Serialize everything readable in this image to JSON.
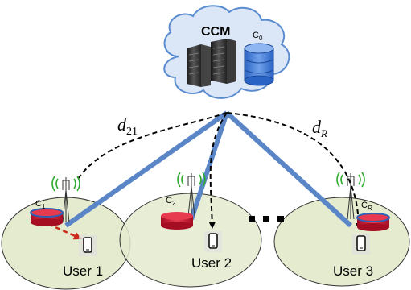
{
  "cloud": {
    "label": "CCM",
    "cache_label": "C",
    "cache_sub": "0"
  },
  "distances": [
    {
      "symbol": "d",
      "sub": "21"
    },
    {
      "symbol": "d",
      "sub": "R"
    }
  ],
  "cells": [
    {
      "cache_label": "C",
      "cache_sub": "1",
      "user_label": "User 1"
    },
    {
      "cache_label": "C",
      "cache_sub": "2",
      "user_label": "User 2"
    },
    {
      "cache_label": "C",
      "cache_sub": "R",
      "user_label": "User 3"
    }
  ],
  "colors": {
    "cloud_fill": "#dbe7f7",
    "cloud_stroke": "#5b8ccf",
    "cell_fill": "#e4ebcf",
    "link_blue": "#5a86c7",
    "cache_red": "#c8102e",
    "cache_blue": "#2e5fb4",
    "arrow_red": "#cc2a1a"
  },
  "icons": [
    "cloud-icon",
    "server-rack-icon",
    "database-icon",
    "cell-tower-icon",
    "cache-disk-icon",
    "smartphone-icon"
  ]
}
